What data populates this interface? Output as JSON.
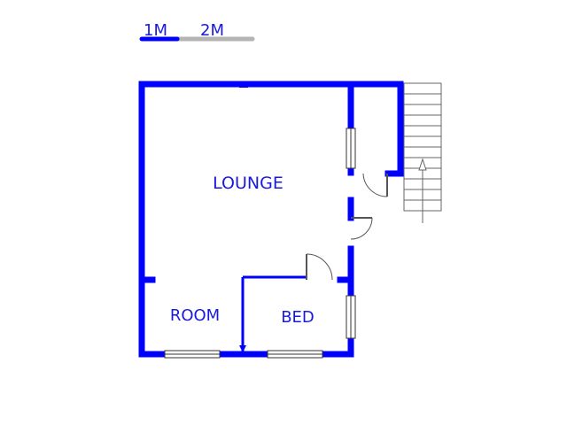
{
  "scale_bar": {
    "label_1": "1M",
    "label_2": "2M"
  },
  "rooms": {
    "lounge": "LOUNGE",
    "room": "ROOM",
    "bed": "BED"
  },
  "colors": {
    "wall": "#0000ff",
    "label": "#1a1adf",
    "fixture": "#555555",
    "scale_grey": "#b4b4b4"
  }
}
